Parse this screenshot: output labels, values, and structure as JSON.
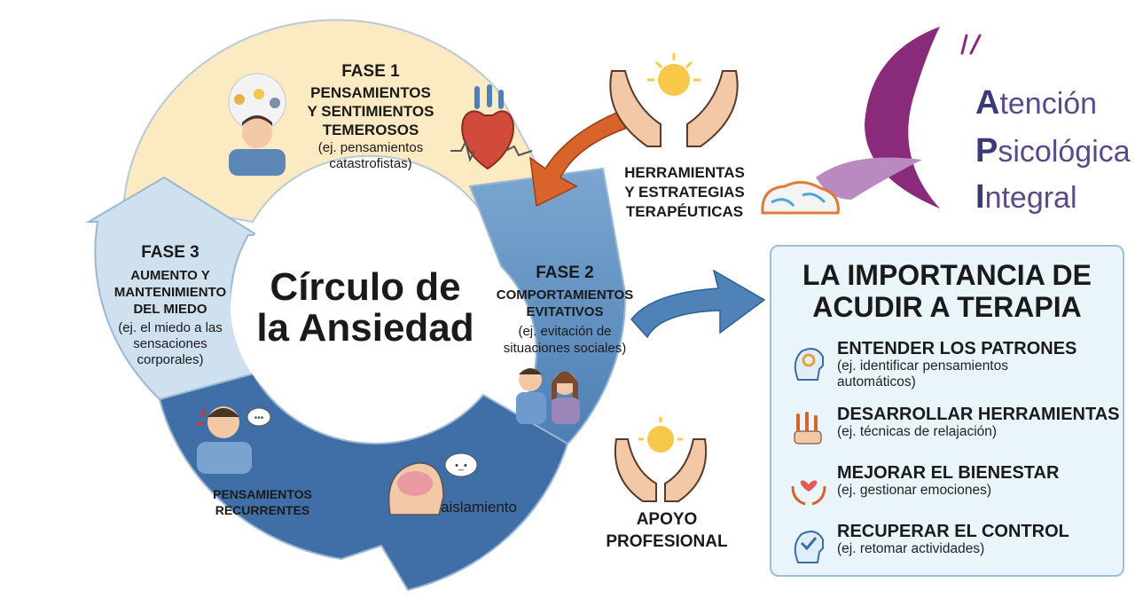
{
  "colors": {
    "phase1": "#fbeac2",
    "phase2": "#5e8fbf",
    "phase3": "#cfe0ee",
    "bottom": "#3f6fa6",
    "arrow_orange": "#d8642c",
    "arrow_blue": "#4f83b8",
    "panel_bg": "#eaf5fb",
    "logo_purple": "#8a2a7a"
  },
  "center": {
    "line1": "Círculo de",
    "line2": "la Ansiedad"
  },
  "phase1": {
    "title": "FASE 1",
    "line1": "PENSAMIENTOS",
    "line2": "Y SENTIMIENTOS",
    "line3": "TEMEROSOS",
    "ex1": "(ej. pensamientos",
    "ex2": "catastrofistas)"
  },
  "phase2": {
    "title": "FASE 2",
    "line1": "COMPORTAMIENTOS",
    "line2": "EVITATIVOS",
    "ex1": "(ej. evitación de",
    "ex2": "situaciones sociales)"
  },
  "phase3": {
    "title": "FASE 3",
    "line1": "AUMENTO Y",
    "line2": "MANTENIMIENTO",
    "line3": "DEL MIEDO",
    "ex1": "(ej. el miedo a las",
    "ex2": "sensaciones",
    "ex3": "corporales)"
  },
  "recurrent": {
    "line1": "PENSAMIENTOS",
    "line2": "RECURRENTES"
  },
  "isolation": "aislamiento",
  "tools": {
    "line1": "HERRAMIENTAS",
    "line2": "Y ESTRATEGIAS",
    "line3": "TERAPÉUTICAS"
  },
  "support": {
    "line1": "APOYO",
    "line2": "PROFESIONAL"
  },
  "logo": {
    "line1_cap": "A",
    "line1_rest": "tención",
    "line2_cap": "P",
    "line2_rest": "sicológica",
    "line3_cap": "I",
    "line3_rest": "ntegral"
  },
  "panel": {
    "title1": "LA IMPORTANCIA DE",
    "title2": "ACUDIR A TERAPIA",
    "items": [
      {
        "heading": "ENTENDER LOS PATRONES",
        "detail1": "(ej. identificar pensamientos",
        "detail2": "automáticos)",
        "icon": "head-gear-icon"
      },
      {
        "heading": "DESARROLLAR HERRAMIENTAS",
        "detail1": "(ej. técnicas de relajación)",
        "detail2": "",
        "icon": "tools-icon"
      },
      {
        "heading": "MEJORAR EL BIENESTAR",
        "detail1": "(ej. gestionar emociones)",
        "detail2": "",
        "icon": "hands-heart-icon"
      },
      {
        "heading": "RECUPERAR EL CONTROL",
        "detail1": "(ej. retomar actividades)",
        "detail2": "",
        "icon": "head-check-icon"
      }
    ]
  }
}
